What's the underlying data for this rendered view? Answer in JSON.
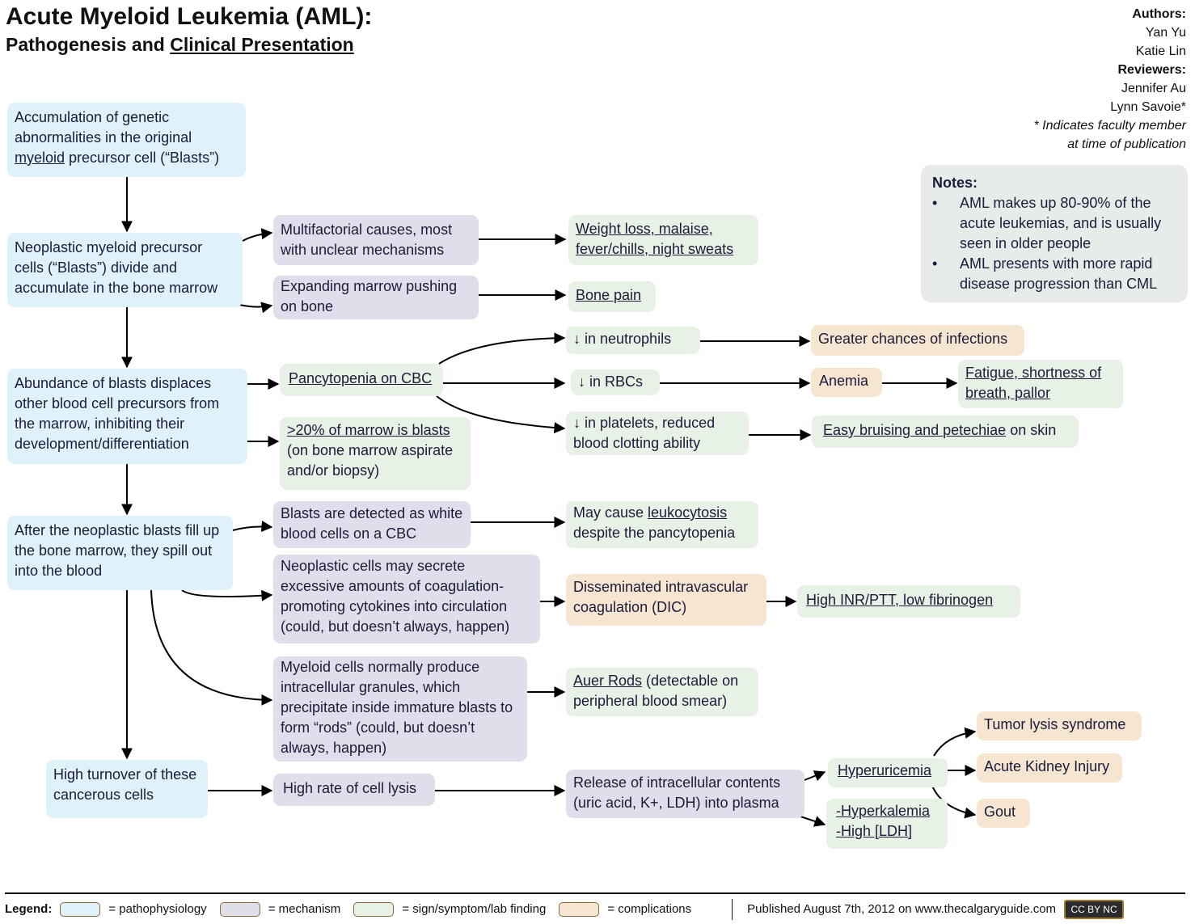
{
  "title": "Acute Myeloid Leukemia (AML):",
  "subtitle_a": "Pathogenesis and ",
  "subtitle_b": "Clinical Presentation",
  "authors_label": "Authors:",
  "authors": [
    "Yan Yu",
    "Katie Lin"
  ],
  "reviewers_label": "Reviewers:",
  "reviewers": [
    "Jennifer Au",
    "Lynn Savoie*"
  ],
  "faculty_note": [
    "* Indicates faculty member",
    "at time of publication"
  ],
  "notes": {
    "label": "Notes:",
    "items": [
      "AML makes up 80-90% of the acute leukemias, and is usually seen in older people",
      "AML presents with more rapid disease progression than CML"
    ]
  },
  "path": {
    "b1": [
      "Accumulation of genetic abnormalities in the original ",
      "myeloid",
      " precursor cell (“Blasts”)"
    ],
    "b2": "Neoplastic myeloid precursor cells (“Blasts”) divide and accumulate in the bone marrow",
    "b3": "Abundance of blasts displaces other blood cell precursors from the marrow, inhibiting their development/differentiation",
    "b4": "After the neoplastic blasts fill up the bone marrow, they spill out into the blood",
    "b5": "High turnover of these cancerous cells"
  },
  "mech": {
    "m1": "Multifactorial causes, most with unclear mechanisms",
    "m2": "Expanding marrow pushing on bone",
    "m3": "Blasts are detected as white blood cells on a CBC",
    "m4": "Neoplastic cells may secrete excessive amounts of coagulation-promoting cytokines into circulation (could, but doesn’t always, happen)",
    "m5": "Myeloid cells normally produce intracellular granules, which precipitate inside immature blasts to form “rods” (could, but doesn’t always, happen)",
    "m6": "High rate of cell lysis",
    "m7": "Release of intracellular contents (uric acid, K+, LDH) into plasma"
  },
  "sign": {
    "g1": "Weight loss, malaise, fever/chills, night sweats",
    "g2": "Bone pain",
    "g3": "Pancytopenia on CBC",
    "g4": [
      ">20% of marrow is blasts",
      "(on bone marrow aspirate and/or biopsy)"
    ],
    "g5": "↓ in neutrophils",
    "g6": "↓ in RBCs",
    "g7": "↓ in platelets, reduced blood clotting ability",
    "g8": [
      "May cause ",
      "leukocytosis",
      " despite the pancytopenia"
    ],
    "g9": [
      "Auer Rods",
      " (detectable on peripheral blood smear)"
    ],
    "g10": "High  INR/PTT, low fibrinogen",
    "g11": "Fatigue, shortness of breath, pallor",
    "g12": [
      "Easy bruising",
      " and ",
      "petechiae",
      " on skin"
    ],
    "g13": "Hyperuricemia",
    "g14": [
      "-Hyperkalemia",
      "-High [LDH]"
    ]
  },
  "comp": {
    "p1": "Greater chances of infections",
    "p2": "Anemia",
    "p3": "Disseminated intravascular coagulation (DIC)",
    "p4": "Tumor lysis syndrome",
    "p5": "Acute Kidney Injury",
    "p6": "Gout"
  },
  "legend": {
    "label": "Legend:",
    "items": [
      "= pathophysiology",
      "= mechanism",
      "= sign/symptom/lab finding",
      "= complications"
    ],
    "published": "Published August 7th, 2012 on www.thecalgaryguide.com",
    "license": "CC BY NC"
  },
  "colors": {
    "pathophysiology": "#dff1f9",
    "mechanism": "#dfdfec",
    "sign": "#e8f1e5",
    "complications": "#f6e6d1"
  }
}
